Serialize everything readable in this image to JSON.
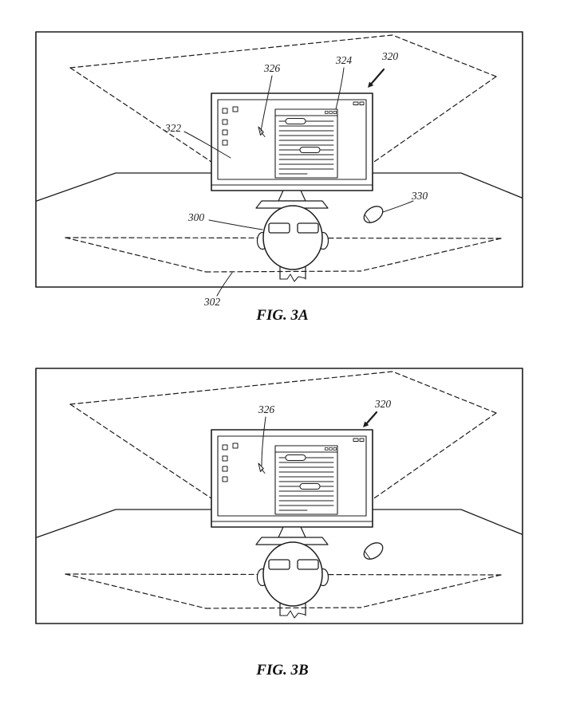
{
  "colors": {
    "background": "#ffffff",
    "ink": "#1c1c1c"
  },
  "fig3a": {
    "caption": "FIG. 3A",
    "labels": {
      "cursor": "326",
      "window": "324",
      "display_system": "320",
      "desktop_icons": "322",
      "user": "300",
      "mouse": "330",
      "room_boundary": "302"
    }
  },
  "fig3b": {
    "caption": "FIG. 3B",
    "labels": {
      "cursor": "326",
      "display_system": "320"
    }
  }
}
